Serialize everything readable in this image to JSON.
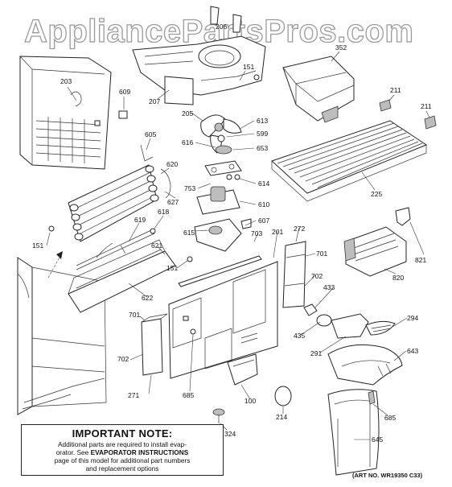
{
  "watermark": "AppliancePartsPros.com",
  "note": {
    "title": "IMPORTANT NOTE:",
    "line1": "Additional parts are required to install evap-",
    "line2_pre": "orator.  See ",
    "line2_bold": "EVAPORATOR INSTRUCTIONS",
    "line3": "page of this model for additional part numbers",
    "line4": "and replacement options"
  },
  "art_number": "(ART NO. WR19350 C33)",
  "labels": [
    {
      "id": "203",
      "text": "203"
    },
    {
      "id": "206",
      "text": "206"
    },
    {
      "id": "151a",
      "text": "151"
    },
    {
      "id": "352",
      "text": "352"
    },
    {
      "id": "211a",
      "text": "211"
    },
    {
      "id": "211b",
      "text": "211"
    },
    {
      "id": "609",
      "text": "609"
    },
    {
      "id": "207",
      "text": "207"
    },
    {
      "id": "205",
      "text": "205"
    },
    {
      "id": "613",
      "text": "613"
    },
    {
      "id": "599",
      "text": "599"
    },
    {
      "id": "616",
      "text": "616"
    },
    {
      "id": "653",
      "text": "653"
    },
    {
      "id": "605",
      "text": "605"
    },
    {
      "id": "620",
      "text": "620"
    },
    {
      "id": "614",
      "text": "614"
    },
    {
      "id": "753",
      "text": "753"
    },
    {
      "id": "627",
      "text": "627"
    },
    {
      "id": "225",
      "text": "225"
    },
    {
      "id": "610",
      "text": "610"
    },
    {
      "id": "607",
      "text": "607"
    },
    {
      "id": "619",
      "text": "619"
    },
    {
      "id": "618",
      "text": "618"
    },
    {
      "id": "615",
      "text": "615"
    },
    {
      "id": "703",
      "text": "703"
    },
    {
      "id": "201",
      "text": "201"
    },
    {
      "id": "272",
      "text": "272"
    },
    {
      "id": "151b",
      "text": "151"
    },
    {
      "id": "621",
      "text": "621"
    },
    {
      "id": "701a",
      "text": "701"
    },
    {
      "id": "821",
      "text": "821"
    },
    {
      "id": "151c",
      "text": "151"
    },
    {
      "id": "702a",
      "text": "702"
    },
    {
      "id": "820",
      "text": "820"
    },
    {
      "id": "622",
      "text": "622"
    },
    {
      "id": "433",
      "text": "433"
    },
    {
      "id": "701b",
      "text": "701"
    },
    {
      "id": "294",
      "text": "294"
    },
    {
      "id": "435",
      "text": "435"
    },
    {
      "id": "291",
      "text": "291"
    },
    {
      "id": "643",
      "text": "643"
    },
    {
      "id": "702b",
      "text": "702"
    },
    {
      "id": "271",
      "text": "271"
    },
    {
      "id": "685a",
      "text": "685"
    },
    {
      "id": "100",
      "text": "100"
    },
    {
      "id": "214",
      "text": "214"
    },
    {
      "id": "685b",
      "text": "685"
    },
    {
      "id": "324",
      "text": "324"
    },
    {
      "id": "645",
      "text": "645"
    }
  ]
}
